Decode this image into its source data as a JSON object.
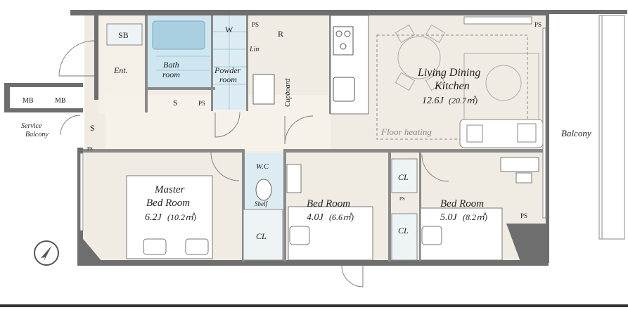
{
  "rooms": {
    "sb": "SB",
    "ent": "Ent.",
    "mb1": "MB",
    "mb2": "MB",
    "service_balcony_1": "Service",
    "service_balcony_2": "Balcony",
    "s_left": "S",
    "ps_left": "PS",
    "bath_1": "Bath",
    "bath_2": "room",
    "s_bath": "S",
    "ps_bath": "PS",
    "w": "W",
    "ps_top": "PS",
    "lin": "Lin",
    "powder_1": "Powder",
    "powder_2": "room",
    "r": "R",
    "cupboard": "Cupboard",
    "ldk_1": "Living Dining",
    "ldk_2": "Kitchen",
    "ldk_size": "12.6J",
    "ldk_area": "(20.7㎡)",
    "floor_heating": "Floor heating",
    "ps_right": "PS",
    "balcony": "Balcony",
    "wc": "W.C",
    "shelf": "Shelf",
    "cl_wc": "CL",
    "master_1": "Master",
    "master_2": "Bed Room",
    "master_size": "6.2J",
    "master_area": "(10.2㎡)",
    "bed2_1": "Bed Room",
    "bed2_size": "4.0J",
    "bed2_area": "(6.6㎡)",
    "cl_mid_top": "CL",
    "ps_mid": "PS",
    "cl_mid_bottom": "CL",
    "bed3_1": "Bed Room",
    "bed3_size": "5.0J",
    "bed3_area": "(8.2㎡)",
    "ps_bed3": "PS"
  },
  "icons": {
    "compass": "north-compass-icon"
  },
  "colors": {
    "wall": "#6e6e6e",
    "floor": "#f1ece3",
    "wet_area": "#cfe5ef",
    "bath_tub": "#a9cfe0",
    "tile_line": "#8fc1d6",
    "line": "#555555"
  }
}
